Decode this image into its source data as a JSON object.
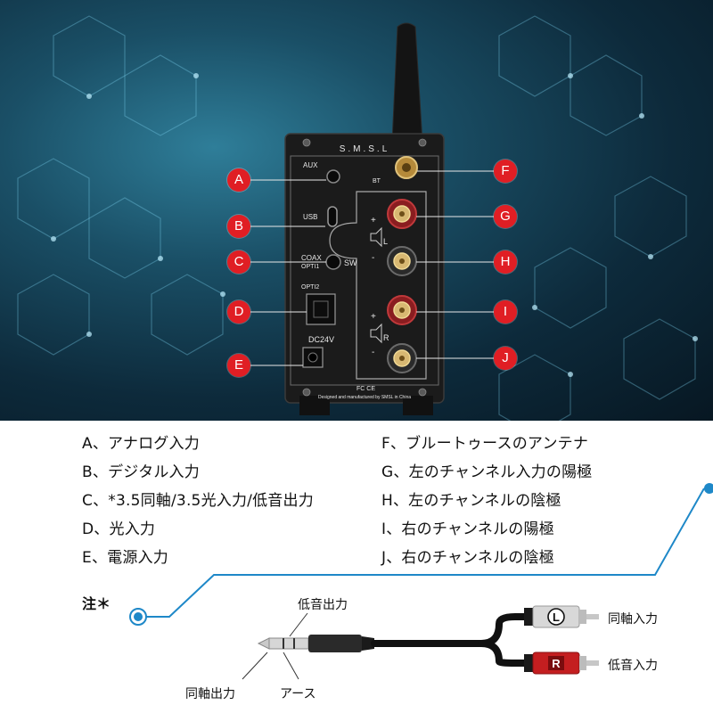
{
  "device": {
    "brand": "S.M.S.L",
    "labels": {
      "aux": "AUX",
      "usb": "USB",
      "coax": "COAX",
      "opti1": "OPTI1",
      "sw": "SW",
      "opti2": "OPTI2",
      "dc": "DC24V",
      "bt": "BT",
      "left": "L",
      "right": "R",
      "plus": "+",
      "minus": "-",
      "fcce": "FC CE",
      "footer": "Designed and manufactured by SMSL in China"
    }
  },
  "callouts": [
    "A",
    "B",
    "C",
    "D",
    "E",
    "F",
    "G",
    "H",
    "I",
    "J"
  ],
  "legend": {
    "left": [
      "A、アナログ入力",
      "B、デジタル入力",
      "C、*3.5同軸/3.5光入力/低音出力",
      "D、光入力",
      "E、電源入力"
    ],
    "right": [
      "F、ブルートゥースのアンテナ",
      "G、左のチャンネル入力の陽極",
      "H、左のチャンネルの陰極",
      "I、右のチャンネルの陽極",
      "J、右のチャンネルの陰極"
    ]
  },
  "note": {
    "label": "注＊",
    "bass_out": "低音出力",
    "coax_out": "同軸出力",
    "ground": "アース",
    "coax_in": "同軸入力",
    "bass_in": "低音入力",
    "plug_l": "L",
    "plug_r": "R"
  },
  "colors": {
    "callout": "#e01e24",
    "accent_line": "#1e88c8",
    "panel": "#1b1b1b"
  }
}
